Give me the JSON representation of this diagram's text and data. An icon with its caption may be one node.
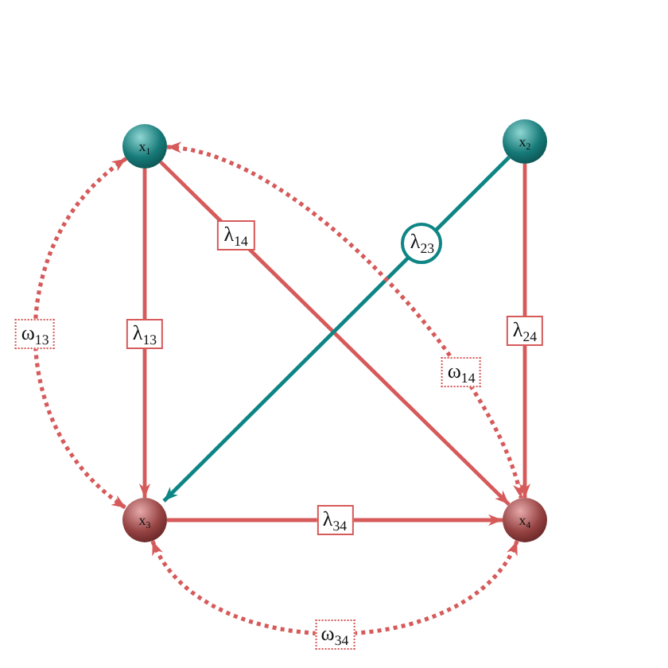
{
  "diagram": {
    "nodes": [
      {
        "text": [
          "x$_{1}$"
        ]
      },
      {
        "text": [
          "x$_{2}$"
        ]
      },
      {
        "text": [
          "x$_{3}$"
        ]
      },
      {
        "text": [
          "x$_{4}$"
        ]
      }
    ],
    "edges": [
      {
        "from": 0,
        "to": 2,
        "arrow": "to",
        "label": "λ$_{13}$"
      },
      {
        "from": 0,
        "to": 3,
        "arrow": "to",
        "label": "λ$_{14}$"
      },
      {
        "from": 1,
        "to": 2,
        "arrow": "to",
        "label": "λ$_{23}$",
        "color": "#0e8585"
      },
      {
        "from": 1,
        "to": 3,
        "arrow": "to",
        "label": "λ$_{24}$"
      },
      {
        "from": 2,
        "to": 3,
        "arrow": "to",
        "label": "λ$_{34}$"
      },
      {
        "from": 0,
        "to": 2,
        "arrow": "both",
        "label": "ω$_{13}$",
        "style": "dashed"
      },
      {
        "from": 0,
        "to": 3,
        "arrow": "both",
        "label": "ω$_{14}$",
        "style": "dashed"
      },
      {
        "from": 2,
        "to": 3,
        "arrow": "both",
        "label": "ω$_{34}$",
        "style": "dashed"
      }
    ]
  }
}
